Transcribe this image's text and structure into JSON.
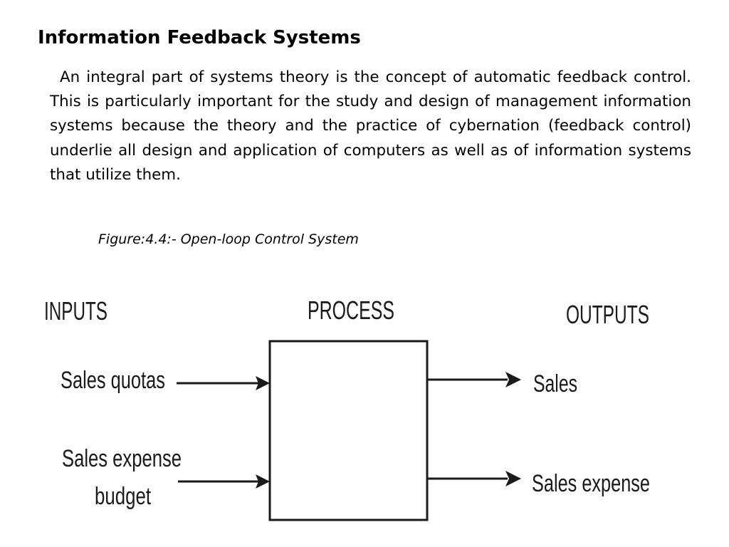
{
  "slide": {
    "title": "Information Feedback Systems",
    "paragraph": "An integral part of systems theory is the concept of automatic feedback control. This is particularly important for the study and design of management information systems because the theory and the practice of cybernation (feedback control) underlie all design and application of computers as well as of information systems that utilize them.",
    "caption": "Figure:4.4:- Open-loop Control System"
  },
  "diagram": {
    "header_inputs": "INPUTS",
    "header_process": "PROCESS",
    "header_outputs": "OUTPUTS",
    "input_1": "Sales quotas",
    "input_2_line1": "Sales expense",
    "input_2_line2": "budget",
    "output_1": "Sales",
    "output_2": "Sales expense"
  }
}
